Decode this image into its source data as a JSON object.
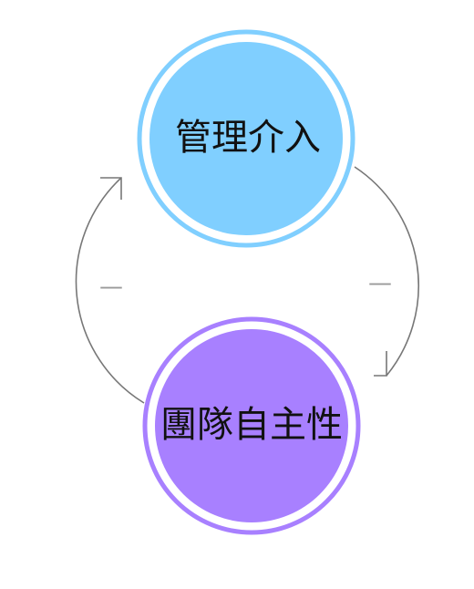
{
  "nodes": [
    {
      "id": "management",
      "label": "管理介入",
      "fill_color": "#80cfff",
      "ring_color": "#80cfff"
    },
    {
      "id": "team",
      "label": "團隊自主性",
      "fill_color": "#a880ff",
      "ring_color": "#a880ff"
    }
  ],
  "edges": [
    {
      "from": "management",
      "to": "team",
      "label": "—"
    },
    {
      "from": "team",
      "to": "management",
      "label": "—"
    }
  ],
  "edge_color": "#777777"
}
